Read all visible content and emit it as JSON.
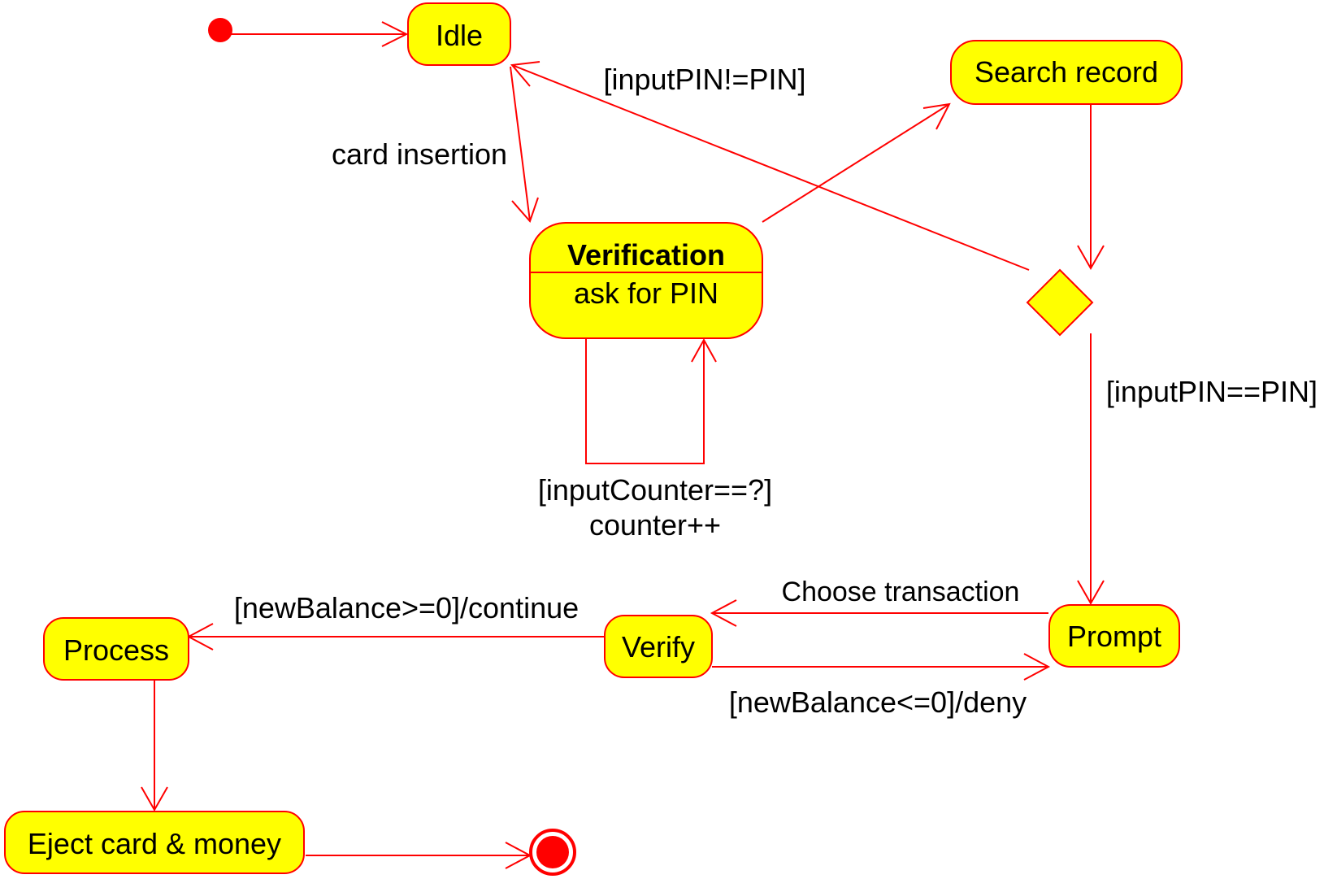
{
  "colors": {
    "state_fill": "#ffff00",
    "line": "#ff0000",
    "node_fill": "#ff0000",
    "text": "#000000"
  },
  "states": {
    "idle": "Idle",
    "search_record": "Search record",
    "verification_title": "Verification",
    "verification_action": "ask for PIN",
    "prompt": "Prompt",
    "verify": "Verify",
    "process": "Process",
    "eject": "Eject card & money"
  },
  "labels": {
    "card_insertion": "card insertion",
    "pin_mismatch": "[inputPIN!=PIN]",
    "pin_match": "[inputPIN==PIN]",
    "counter_guard": "[inputCounter==?]",
    "counter_action": "counter++",
    "choose_transaction": "Choose transaction",
    "continue": "[newBalance>=0]/continue",
    "deny": "[newBalance<=0]/deny"
  }
}
